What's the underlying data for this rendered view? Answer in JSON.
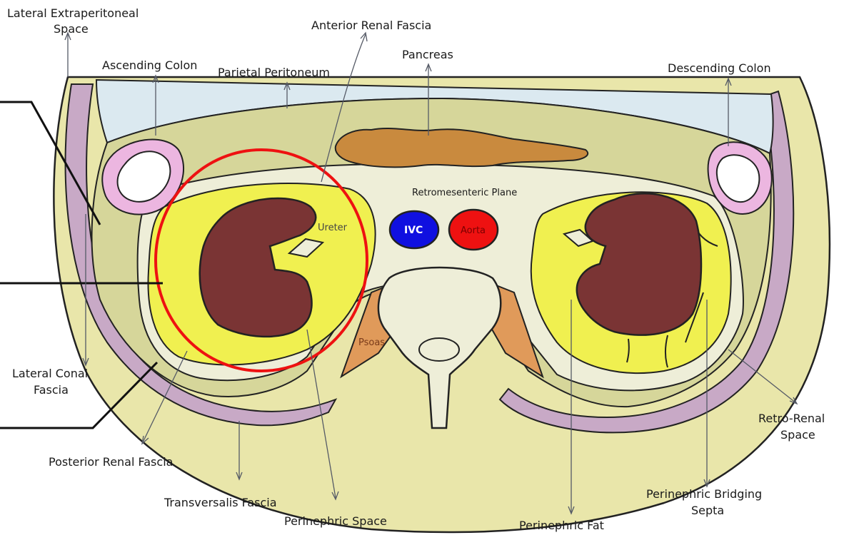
{
  "labels": {
    "lateral_extraperitoneal_1": "Lateral Extraperitoneal",
    "lateral_extraperitoneal_2": "Space",
    "ascending_colon": "Ascending Colon",
    "parietal_peritoneum": "Parietal Peritoneum",
    "anterior_renal_fascia": "Anterior Renal Fascia",
    "pancreas": "Pancreas",
    "descending_colon": "Descending Colon",
    "retromesenteric_plane": "Retromesenteric Plane",
    "ureter": "Ureter",
    "ivc": "IVC",
    "aorta": "Aorta",
    "psoas": "Psoas",
    "lateral_conal_1": "Lateral Conal",
    "lateral_conal_2": "Fascia",
    "posterior_renal_fascia": "Posterior Renal Fascia",
    "transversalis_fascia": "Transversalis Fascia",
    "perinephric_space": "Perinephric Space",
    "perinephric_fat": "Perinephric Fat",
    "bridging_septa_1": "Perinephric Bridging",
    "bridging_septa_2": "Septa",
    "retro_renal_1": "Retro-Renal",
    "retro_renal_2": "Space"
  },
  "colors": {
    "outer_wall": "#e9e6aa",
    "muscle_band": "#c8a9c6",
    "peritoneal_cavity": "#dbe9f0",
    "retroperitoneum": "#d6d69a",
    "perirenal_space": "#eeeeb0",
    "perirenal_fat": "#f0f050",
    "kidney": "#7a3434",
    "pancreas": "#c98a3e",
    "ivc": "#1010e0",
    "aorta": "#ee1111",
    "psoas": "#e09a5a",
    "vertebra": "#eeeed8",
    "colon_wall": "#ecb6e0",
    "highlight_circle": "#ee1111"
  }
}
